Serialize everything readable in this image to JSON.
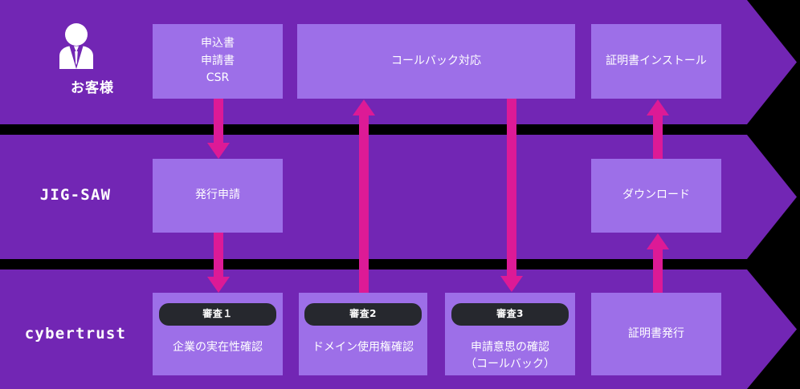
{
  "diagram": {
    "title": "SSL certificate issuance flow swimlane diagram",
    "colors": {
      "lane_background": "#7226B4",
      "box_background": "#9D6FE8",
      "arrow_pink": "#DD1A96",
      "badge_background": "#26282E",
      "text": "#FFFFFF",
      "page_background": "#000000"
    }
  },
  "lanes": [
    {
      "id": "customer",
      "label": "お客様",
      "icon": "businessperson-icon"
    },
    {
      "id": "jigsaw",
      "label": "JIG-SAW",
      "icon": null
    },
    {
      "id": "cybertrust",
      "label": "cybertrust",
      "icon": null
    }
  ],
  "boxes": {
    "application": {
      "lane": "customer",
      "lines": [
        "申込書",
        "申請書",
        "CSR"
      ]
    },
    "callback": {
      "lane": "customer",
      "lines": [
        "コールバック対応"
      ]
    },
    "cert_install": {
      "lane": "customer",
      "lines": [
        "証明書インストール"
      ]
    },
    "issue_request": {
      "lane": "jigsaw",
      "lines": [
        "発行申請"
      ]
    },
    "download": {
      "lane": "jigsaw",
      "lines": [
        "ダウンロード"
      ]
    },
    "audit_1": {
      "lane": "cybertrust",
      "badge": "審査１",
      "lines": [
        "企業の実在性確認"
      ]
    },
    "audit_2": {
      "lane": "cybertrust",
      "badge": "審査2",
      "lines": [
        "ドメイン使用権確認"
      ]
    },
    "audit_3": {
      "lane": "cybertrust",
      "badge": "審査3",
      "lines": [
        "申請意思の確認",
        "（コールバック）"
      ]
    },
    "cert_issue": {
      "lane": "cybertrust",
      "lines": [
        "証明書発行"
      ]
    }
  },
  "connectors": [
    {
      "id": "application-to-issue-request",
      "direction": "down",
      "from": "application",
      "to": "issue_request"
    },
    {
      "id": "issue-request-to-audit-1",
      "direction": "down",
      "from": "issue_request",
      "to": "audit_1"
    },
    {
      "id": "audit-2-to-callback",
      "direction": "up",
      "from": "audit_2",
      "to": "callback"
    },
    {
      "id": "callback-to-audit-3",
      "direction": "down",
      "from": "callback",
      "to": "audit_3"
    },
    {
      "id": "cert-issue-to-download",
      "direction": "up",
      "from": "cert_issue",
      "to": "download"
    },
    {
      "id": "download-to-cert-install",
      "direction": "up",
      "from": "download",
      "to": "cert_install"
    }
  ]
}
